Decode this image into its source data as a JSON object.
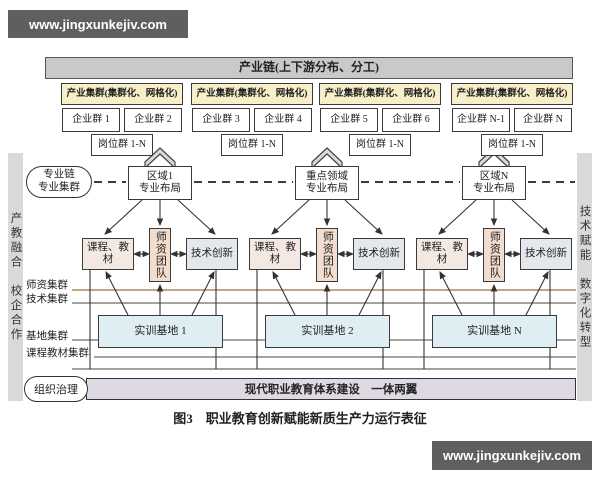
{
  "watermarks": {
    "top": "www.jingxunkejiv.com",
    "bottom": "www.jingxunkejiv.com"
  },
  "caption": "图3　职业教育创新赋能新质生产力运行表征",
  "colors": {
    "industry_chain_bar": "#c9c9c9",
    "industry_cluster_box": "#f7efc9",
    "curriculum_box": "#f4e8e2",
    "faculty_box": "#f2ddce",
    "tech_box": "#e4e7ec",
    "training_base_box": "#dfeef2",
    "governance_bar": "#ded9e3",
    "side_rail": "#d9d9d9",
    "watermark_bg": "#5f5f5f",
    "faculty_line": "#a98a5f"
  },
  "industry": {
    "chain_label": "产业链(上下游分布、分工)",
    "groups": [
      {
        "cluster": "产业集群(集群化、网格化)",
        "ent_left": "企业群 1",
        "ent_right": "企业群 2",
        "posts": "岗位群 1-N"
      },
      {
        "cluster": "产业集群(集群化、网格化)",
        "ent_left": "企业群 3",
        "ent_right": "企业群 4",
        "posts": "岗位群 1-N"
      },
      {
        "cluster": "产业集群(集群化、网格化)",
        "ent_left": "企业群 5",
        "ent_right": "企业群 6",
        "posts": "岗位群 1-N"
      },
      {
        "cluster": "产业集群(集群化、网格化)",
        "ent_left": "企业群 N-1",
        "ent_right": "企业群 N",
        "posts": "岗位群 1-N"
      }
    ]
  },
  "education": {
    "pill_line1": "专业链",
    "pill_line2": "专业集群",
    "left_rail": "产教融合　校企合作",
    "right_rail": "技术赋能　数字化转型",
    "collective_labels": [
      "师资集群",
      "技术集群",
      "基地集群",
      "课程教材集群"
    ],
    "groups": [
      {
        "region_line1": "区域1",
        "region_line2": "专业布局",
        "curriculum": "课程、教材",
        "faculty": "师资团队",
        "tech": "技术创新",
        "base": "实训基地 1"
      },
      {
        "region_line1": "重点领域",
        "region_line2": "专业布局",
        "curriculum": "课程、教材",
        "faculty": "师资团队",
        "tech": "技术创新",
        "base": "实训基地 2"
      },
      {
        "region_line1": "区域N",
        "region_line2": "专业布局",
        "curriculum": "课程、教材",
        "faculty": "师资团队",
        "tech": "技术创新",
        "base": "实训基地 N"
      }
    ],
    "governance_pill": "组织治理",
    "governance_bar": "现代职业教育体系建设　一体两翼"
  }
}
